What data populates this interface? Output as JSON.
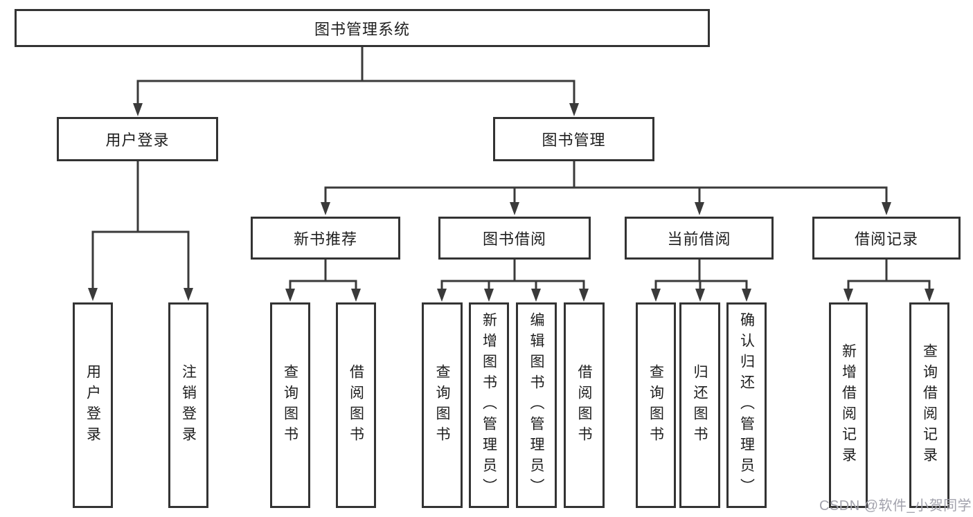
{
  "tree": {
    "root": "图书管理系统",
    "branches": [
      {
        "label": "用户登录",
        "children": [
          "用户登录",
          "注销登录"
        ]
      },
      {
        "label": "图书管理",
        "groups": [
          {
            "label": "新书推荐",
            "children": [
              "查询图书",
              "借阅图书"
            ]
          },
          {
            "label": "图书借阅",
            "children": [
              "查询图书",
              "新增图书（管理员）",
              "编辑图书（管理员）",
              "借阅图书"
            ]
          },
          {
            "label": "当前借阅",
            "children": [
              "查询图书",
              "归还图书",
              "确认归还（管理员）"
            ]
          },
          {
            "label": "借阅记录",
            "children": [
              "新增借阅记录",
              "查询借阅记录"
            ]
          }
        ]
      }
    ]
  },
  "watermark": "CSDN @软件_小贺同学",
  "colors": {
    "line": "#3a3a3a",
    "box_border": "#333333",
    "text": "#1e1e1e",
    "background": "#ffffff",
    "watermark": "#a2a2ac"
  }
}
